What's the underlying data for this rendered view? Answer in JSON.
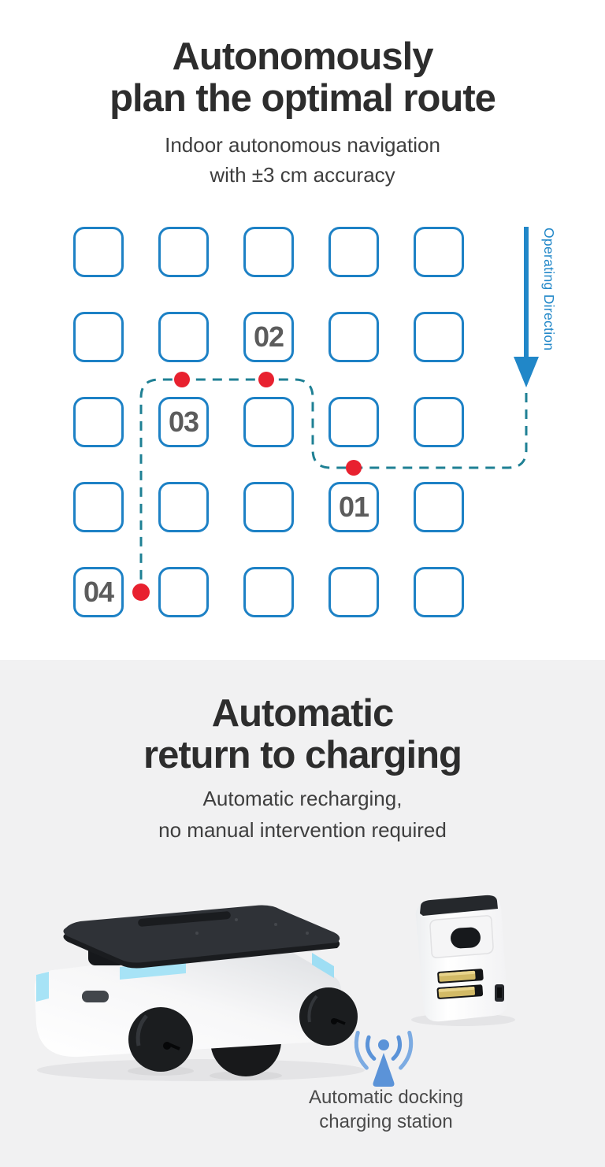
{
  "route": {
    "title_line1": "Autonomously",
    "title_line2": "plan the optimal route",
    "subtitle_line1": "Indoor autonomous navigation",
    "subtitle_line2": "with ±3 cm accuracy",
    "operating_direction_label": "Operating Direction",
    "grid": {
      "rows": 5,
      "cols": 5,
      "labels": [
        {
          "row": 2,
          "col": 3,
          "text": "02"
        },
        {
          "row": 3,
          "col": 2,
          "text": "03"
        },
        {
          "row": 4,
          "col": 4,
          "text": "01"
        },
        {
          "row": 5,
          "col": 1,
          "text": "04"
        }
      ]
    },
    "colors": {
      "box_border": "#1d81c5",
      "path_dash": "#1f8094",
      "waypoint_dot": "#e8212f",
      "arrow": "#2187c8",
      "cell_label": "#5c5c5c"
    }
  },
  "charging": {
    "title_line1": "Automatic",
    "title_line2": "return to charging",
    "subtitle_line1": "Automatic recharging,",
    "subtitle_line2": "no manual intervention required",
    "caption_line1": "Automatic docking",
    "caption_line2": "charging station",
    "colors": {
      "background": "#f1f1f2",
      "robot_accent": "#a7e3f6",
      "antenna_icon": "#5b93d8"
    }
  }
}
